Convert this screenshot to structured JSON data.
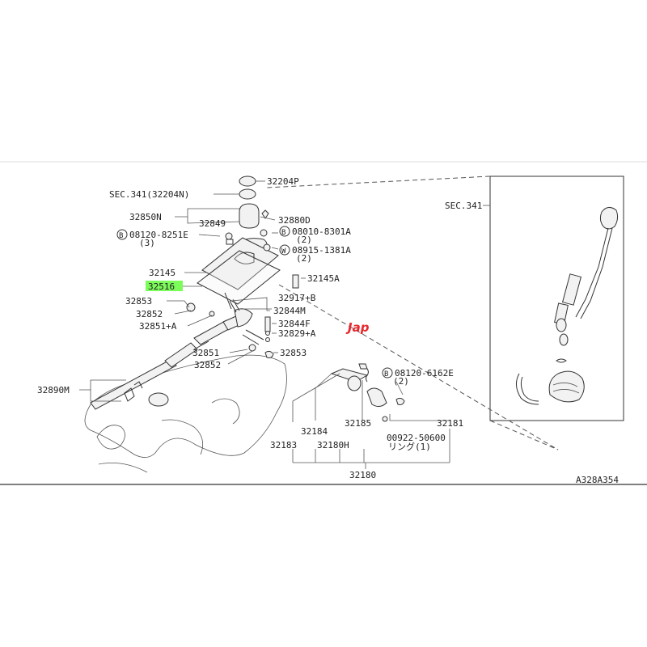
{
  "diagram": {
    "reference_code": "A328A354",
    "highlighted_part": "32516",
    "watermark": "Jap",
    "labels": {
      "p32204P": "32204P",
      "sec341_32204N": "SEC.341(32204N)",
      "p32850N": "32850N",
      "p32849": "32849",
      "p32880D": "32880D",
      "b08120_8251E": "08120-8251E",
      "b08120_8251E_qty": "(3)",
      "b08010_8301A": "08010-8301A",
      "b08010_8301A_qty": "(2)",
      "w08915_1381A": "08915-1381A",
      "w08915_1381A_qty": "(2)",
      "p32145": "32145",
      "p32516": "32516",
      "p32145A": "32145A",
      "p32853_top": "32853",
      "p32917B": "32917+B",
      "p32852_top": "32852",
      "p32844M": "32844M",
      "p32851A": "32851+A",
      "p32844F": "32844F",
      "p32829A": "32829+A",
      "p32851": "32851",
      "p32853_bottom": "32853",
      "p32852_bottom": "32852",
      "p32890M": "32890M",
      "b08120_6162E": "08120-6162E",
      "b08120_6162E_qty": "(2)",
      "p32184": "32184",
      "p32185": "32185",
      "p32181": "32181",
      "p32183": "32183",
      "p32180H": "32180H",
      "p00922_50600": "00922-50600",
      "ring_qty": "リング(1)",
      "p32180": "32180",
      "sec341_right": "SEC.341",
      "bolt_marker": "B",
      "washer_marker": "W"
    }
  }
}
